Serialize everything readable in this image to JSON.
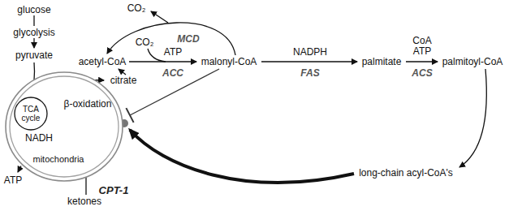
{
  "diagram": {
    "nodes": [
      {
        "text": [
          "β-oxidation",
          "NADH",
          "mitochondria"
        ]
      },
      {
        "text": [
          "TCA cycle"
        ],
        "in": 0
      }
    ],
    "labels": [
      "CO₂",
      "MCD",
      "CO₂",
      "ATP",
      "ACC",
      "acetyl-CoA",
      "malonyl-CoA",
      "NADPH",
      "FAS",
      "palmitate",
      "CoA",
      "ATP",
      "ACS",
      "palmitoyl-CoA",
      "glucose",
      "glycolysis",
      "pyruvate",
      "citrate",
      "ATP",
      "ketones",
      "CPT-1",
      "long-chain acyl-CoA's"
    ]
  }
}
